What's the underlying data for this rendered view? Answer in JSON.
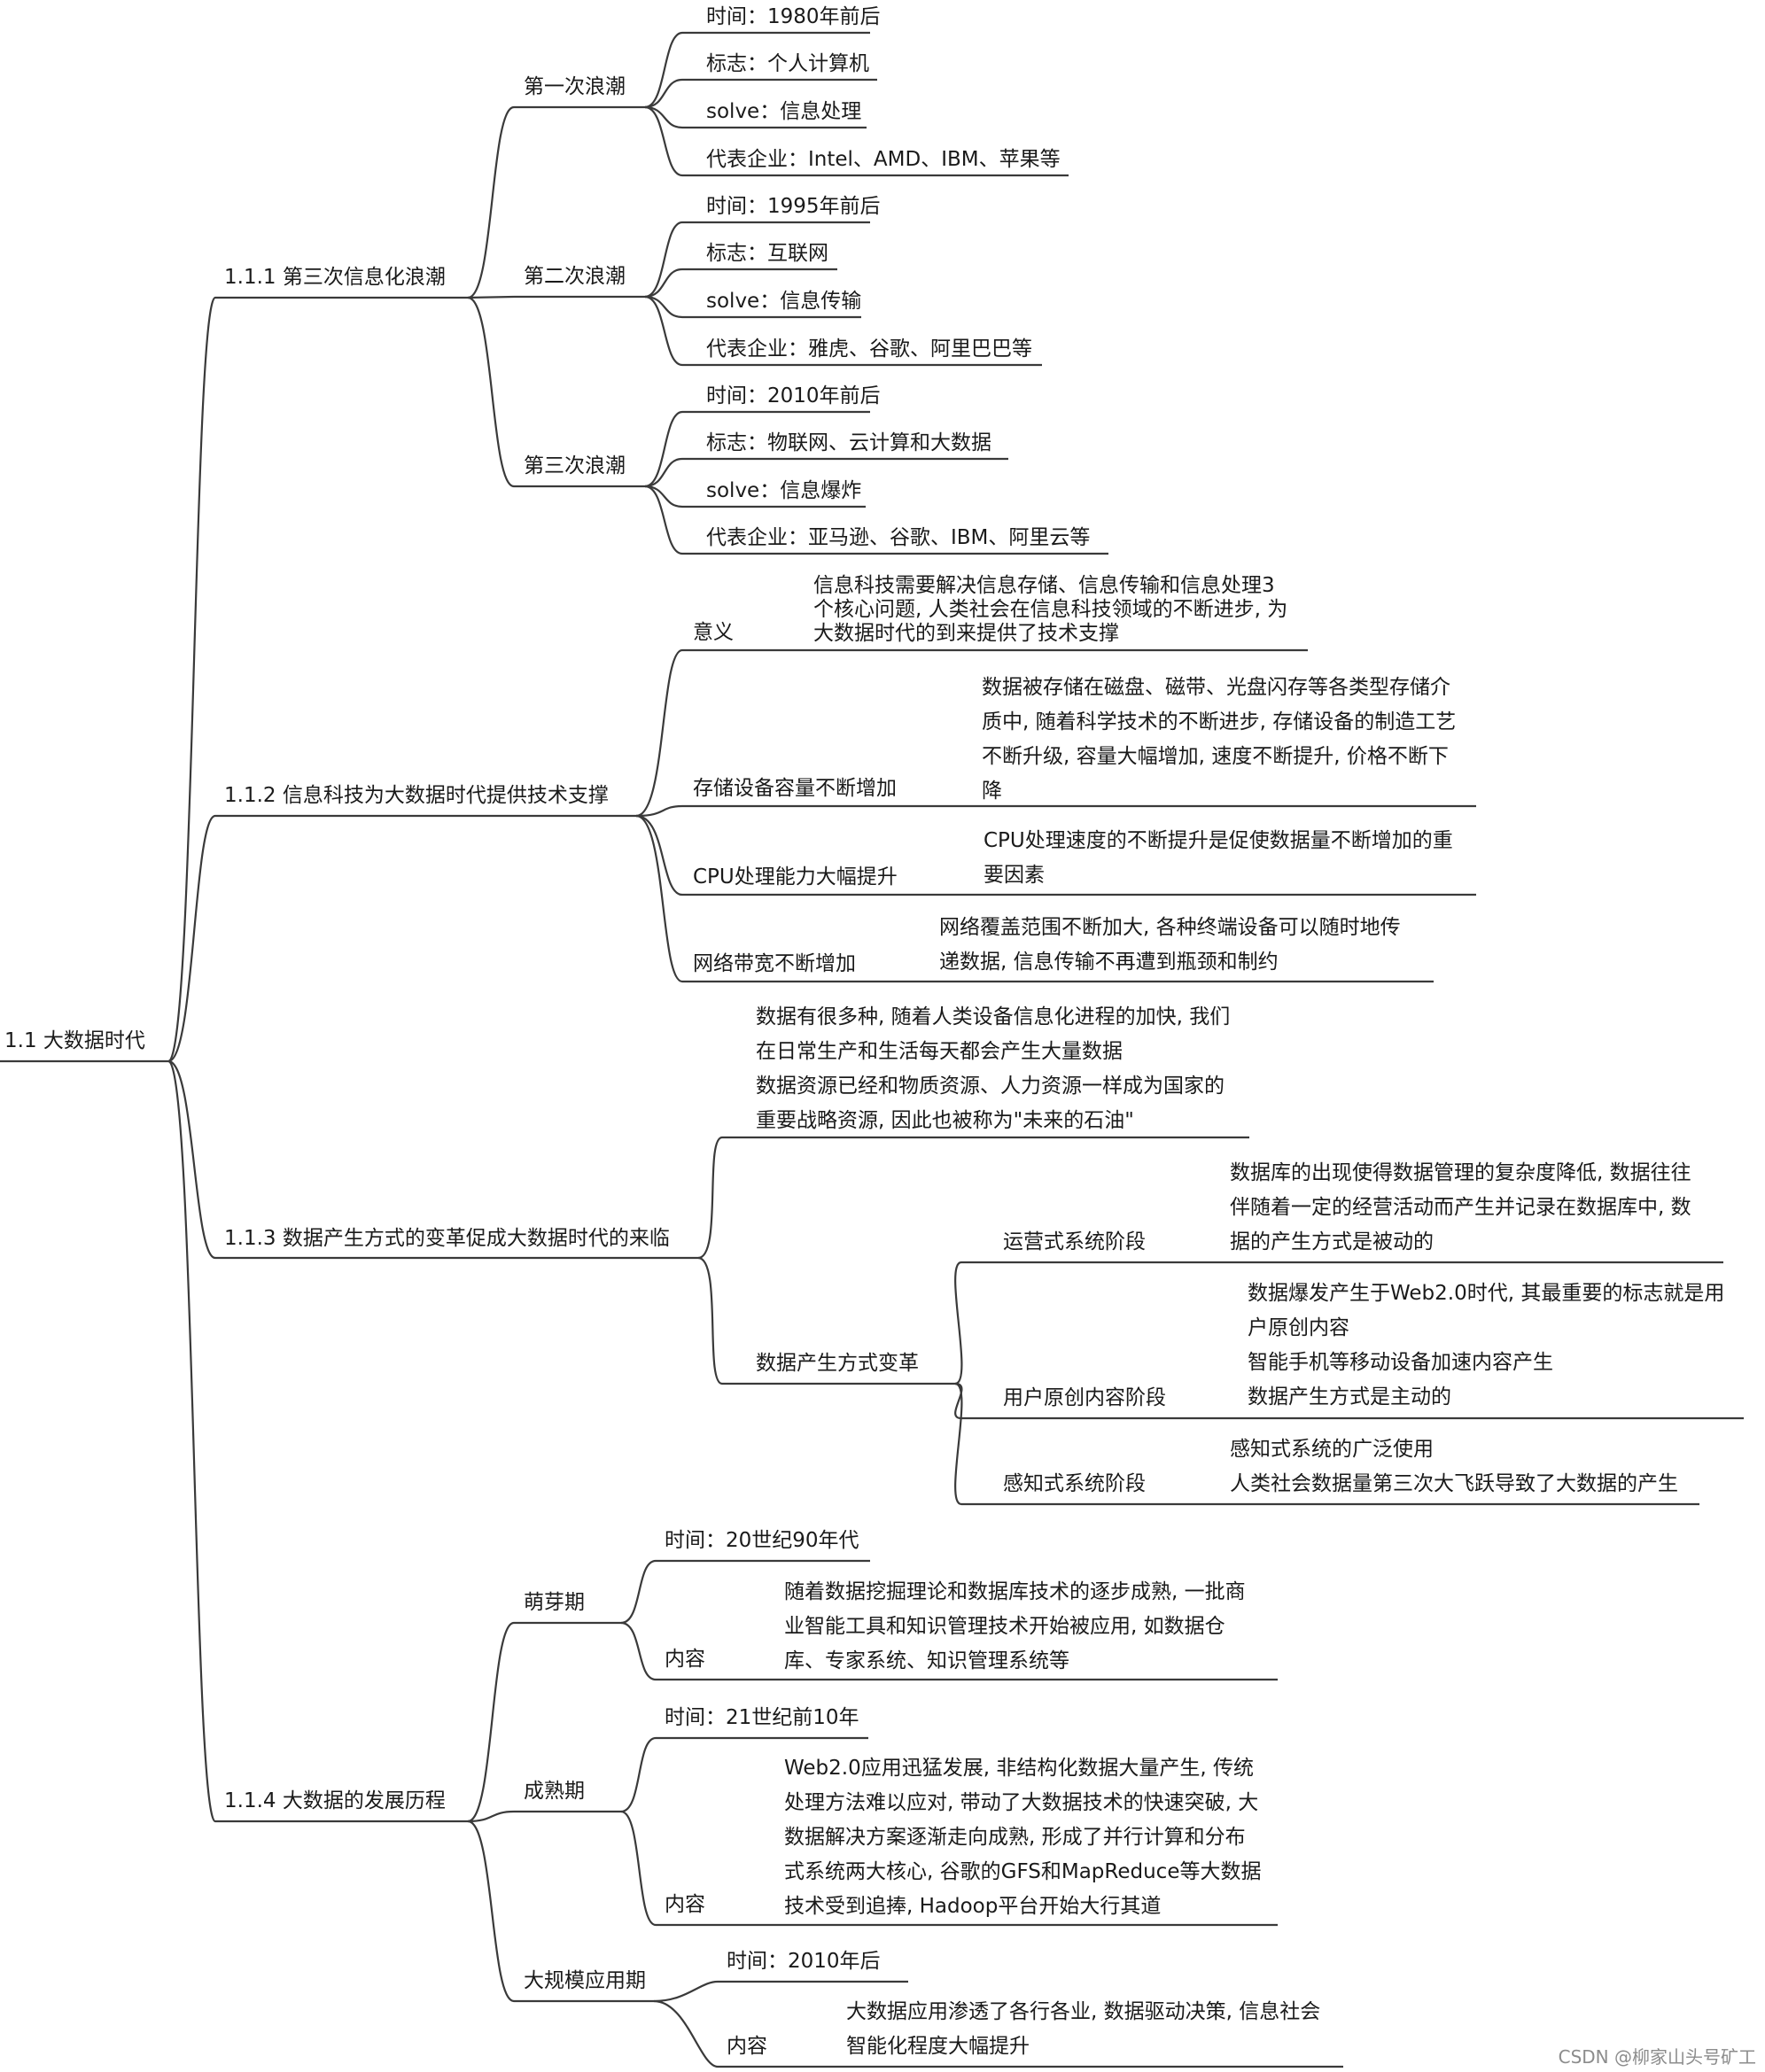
{
  "root": "1.1 大数据时代",
  "s1": {
    "title": "1.1.1 第三次信息化浪潮",
    "w1": {
      "name": "第一次浪潮",
      "time": "时间：1980年前后",
      "sign": "标志：个人计算机",
      "solve": "solve：信息处理",
      "rep": "代表企业：Intel、AMD、IBM、苹果等"
    },
    "w2": {
      "name": "第二次浪潮",
      "time": "时间：1995年前后",
      "sign": "标志：互联网",
      "solve": "solve：信息传输",
      "rep": "代表企业：雅虎、谷歌、阿里巴巴等"
    },
    "w3": {
      "name": "第三次浪潮",
      "time": "时间：2010年前后",
      "sign": "标志：物联网、云计算和大数据",
      "solve": "solve：信息爆炸",
      "rep": "代表企业：亚马逊、谷歌、IBM、阿里云等"
    }
  },
  "s2": {
    "title": "1.1.2 信息科技为大数据时代提供技术支撑",
    "meaning": {
      "label": "意义",
      "lines": [
        "信息科技需要解决信息存储、信息传输和信息处理3",
        "个核心问题, 人类社会在信息科技领域的不断进步, 为",
        "大数据时代的到来提供了技术支撑"
      ]
    },
    "storage": {
      "label": "存储设备容量不断增加",
      "lines": [
        "数据被存储在磁盘、磁带、光盘闪存等各类型存储介",
        "质中, 随着科学技术的不断进步, 存储设备的制造工艺",
        "不断升级, 容量大幅增加, 速度不断提升, 价格不断下",
        "降"
      ]
    },
    "cpu": {
      "label": "CPU处理能力大幅提升",
      "lines": [
        "CPU处理速度的不断提升是促使数据量不断增加的重",
        "要因素"
      ]
    },
    "net": {
      "label": "网络带宽不断增加",
      "lines": [
        "网络覆盖范围不断加大, 各种终端设备可以随时地传",
        "递数据, 信息传输不再遭到瓶颈和制约"
      ]
    }
  },
  "s3": {
    "title": "1.1.3 数据产生方式的变革促成大数据时代的来临",
    "intro": [
      "数据有很多种, 随着人类设备信息化进程的加快, 我们",
      "在日常生产和生活每天都会产生大量数据",
      "数据资源已经和物质资源、人力资源一样成为国家的",
      "重要战略资源, 因此也被称为\"未来的石油\""
    ],
    "change": "数据产生方式变革",
    "op": {
      "label": "运营式系统阶段",
      "lines": [
        "数据库的出现使得数据管理的复杂度降低, 数据往往",
        "伴随着一定的经营活动而产生并记录在数据库中, 数",
        "据的产生方式是被动的"
      ]
    },
    "ugc": {
      "label": "用户原创内容阶段",
      "lines": [
        "数据爆发产生于Web2.0时代, 其最重要的标志就是用",
        "户原创内容",
        "智能手机等移动设备加速内容产生",
        "数据产生方式是主动的"
      ]
    },
    "sense": {
      "label": "感知式系统阶段",
      "lines": [
        "感知式系统的广泛使用",
        "人类社会数据量第三次大飞跃导致了大数据的产生"
      ]
    }
  },
  "s4": {
    "title": "1.1.4 大数据的发展历程",
    "p1": {
      "name": "萌芽期",
      "time": "时间：20世纪90年代",
      "content": "内容",
      "lines": [
        "随着数据挖掘理论和数据库技术的逐步成熟, 一批商",
        "业智能工具和知识管理技术开始被应用, 如数据仓",
        "库、专家系统、知识管理系统等"
      ]
    },
    "p2": {
      "name": "成熟期",
      "time": "时间：21世纪前10年",
      "content": "内容",
      "lines": [
        "Web2.0应用迅猛发展, 非结构化数据大量产生, 传统",
        "处理方法难以应对, 带动了大数据技术的快速突破, 大",
        "数据解决方案逐渐走向成熟, 形成了并行计算和分布",
        "式系统两大核心, 谷歌的GFS和MapReduce等大数据",
        "技术受到追捧, Hadoop平台开始大行其道"
      ]
    },
    "p3": {
      "name": "大规模应用期",
      "time": "时间：2010年后",
      "content": "内容",
      "lines": [
        "大数据应用渗透了各行各业, 数据驱动决策, 信息社会",
        "智能化程度大幅提升"
      ]
    }
  },
  "watermark": "CSDN @柳家山头号矿工"
}
